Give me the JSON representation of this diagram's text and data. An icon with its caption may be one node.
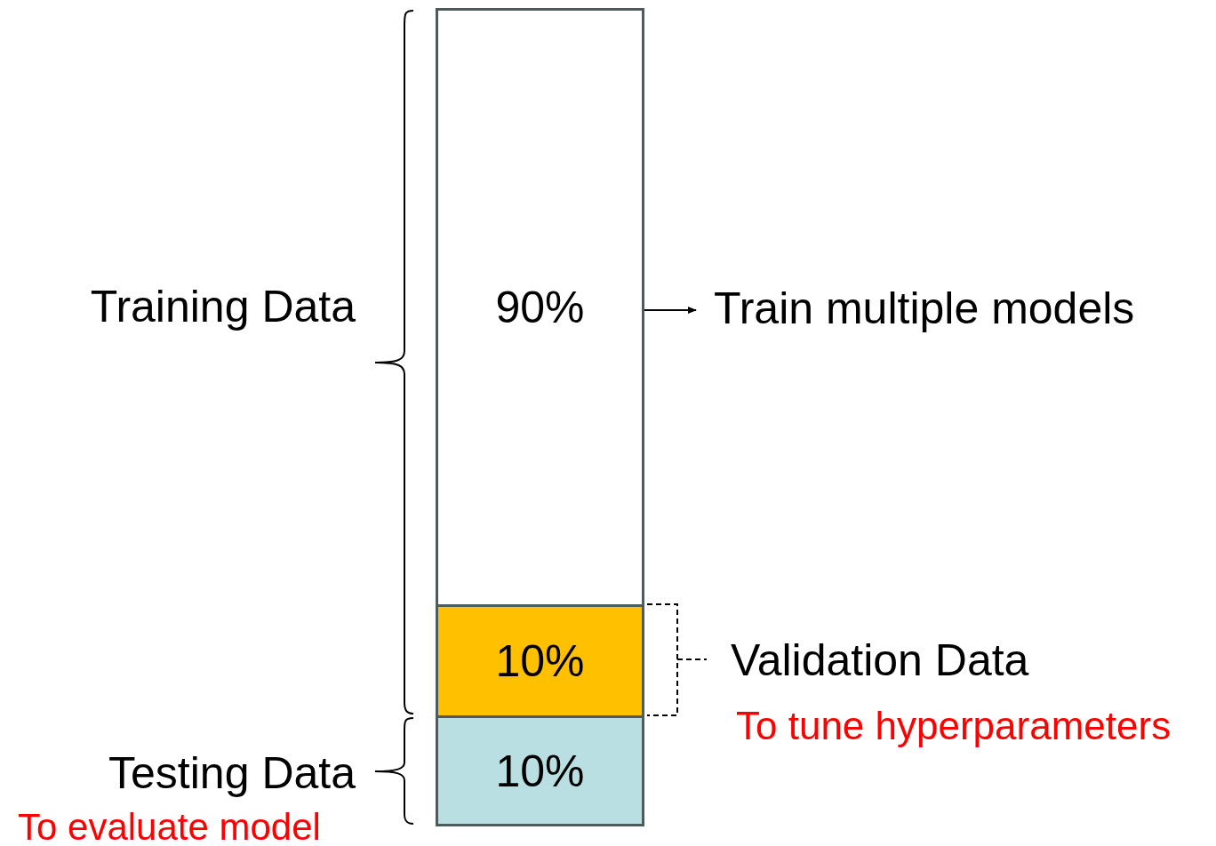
{
  "diagram": {
    "nodes": [
      {
        "text": [
          "90%"
        ]
      },
      {
        "text": [
          "10%"
        ]
      },
      {
        "text": [
          "10%"
        ]
      },
      {
        "text": [
          "Train multiple models"
        ]
      }
    ],
    "edges": [
      {
        "from": 0,
        "to": 3,
        "arrow": "to"
      }
    ],
    "labels": [
      "Training Data",
      "Validation Data",
      "To tune hyperparameters",
      "Testing Data",
      "To evaluate model"
    ]
  }
}
